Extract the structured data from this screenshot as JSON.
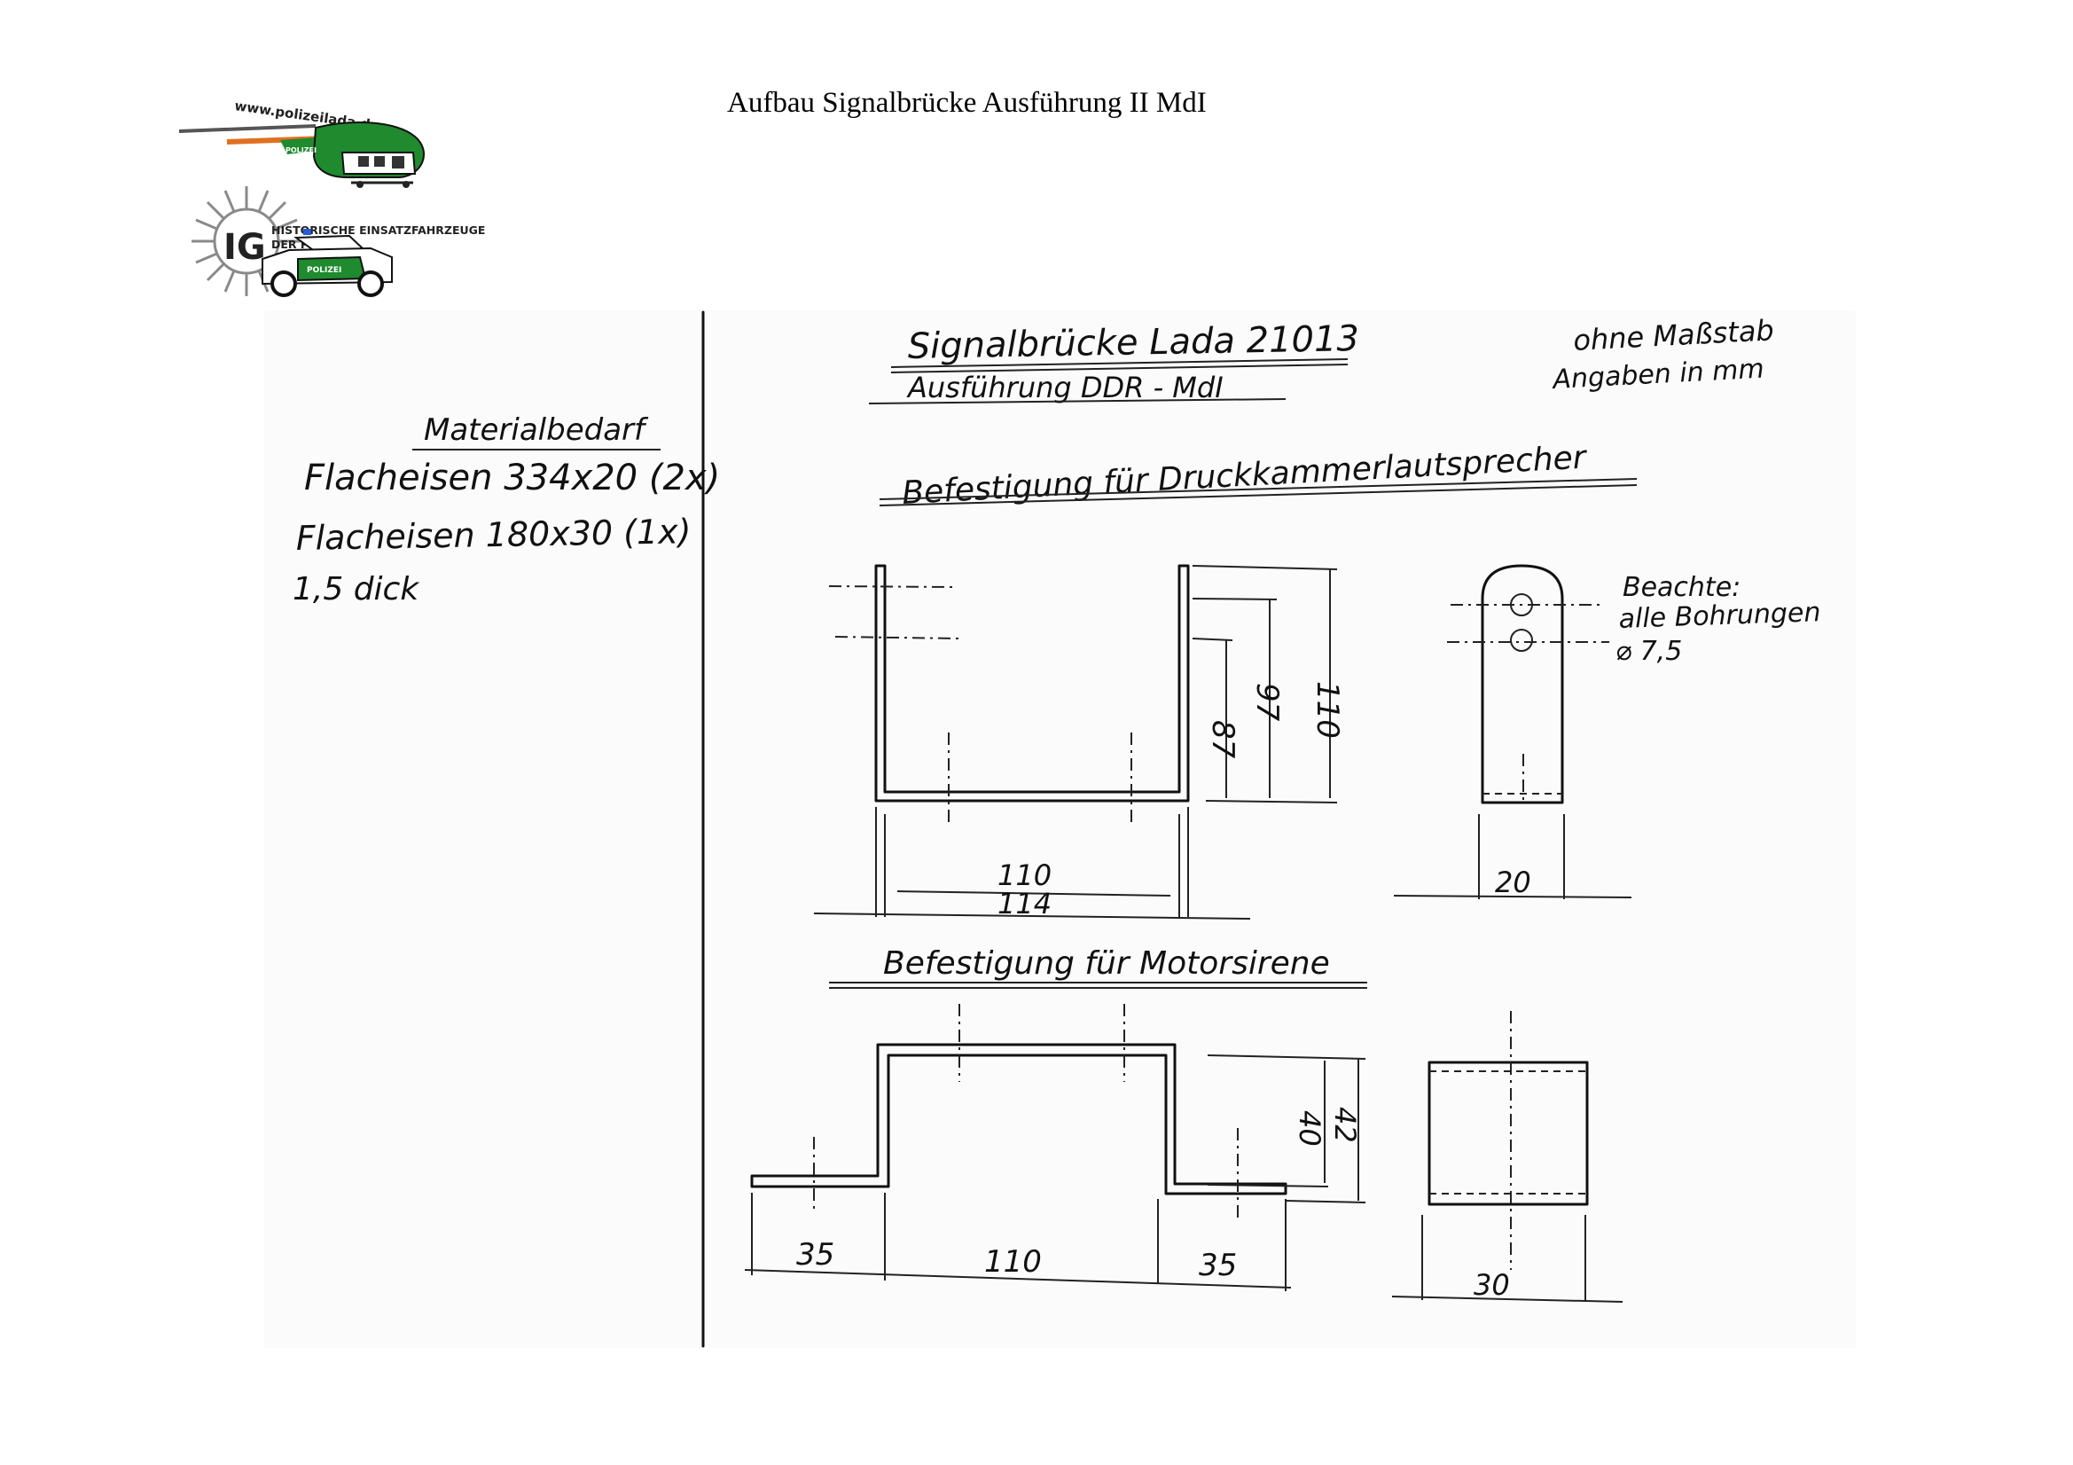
{
  "header": {
    "title": "Aufbau Signalbrücke Ausführung II MdI"
  },
  "logo": {
    "url_text": "www.polizeilada.de",
    "badge_letters": "IG",
    "org_line1": "HISTORISCHE EINSATZFAHRZEUGE",
    "org_line2": "DER POLIZEI",
    "helicopter_label": "POLIZEI",
    "car_label": "POLIZEI",
    "colors": {
      "police_green": "#1f8a2e",
      "white": "#ffffff",
      "rotor_orange": "#e07020",
      "badge_grey": "#8a8a8a",
      "blue_light": "#2a5bd7"
    }
  },
  "sketch": {
    "heading": "Signalbrücke Lada 21013",
    "subheading": "Ausführung DDR - MdI",
    "scale_note_1": "ohne Maßstab",
    "scale_note_2": "Angaben in mm",
    "material": {
      "title": "Materialbedarf",
      "line1": "Flacheisen 334x20 (2x)",
      "line2": "Flacheisen 180x30 (1x)",
      "line3": "1,5 dick"
    },
    "section1": {
      "title": "Befestigung für Druckkammerlautsprecher",
      "dims": {
        "d87": "87",
        "d97": "97",
        "d110_v": "110",
        "d110_h": "110",
        "d114": "114",
        "d20": "20"
      },
      "note_1": "Beachte:",
      "note_2": "alle Bohrungen",
      "note_3": "⌀ 7,5"
    },
    "section2": {
      "title": "Befestigung für Motorsirene",
      "dims": {
        "d35_left": "35",
        "d110": "110",
        "d35_right": "35",
        "d40": "40",
        "d42": "42",
        "d30": "30"
      }
    }
  }
}
